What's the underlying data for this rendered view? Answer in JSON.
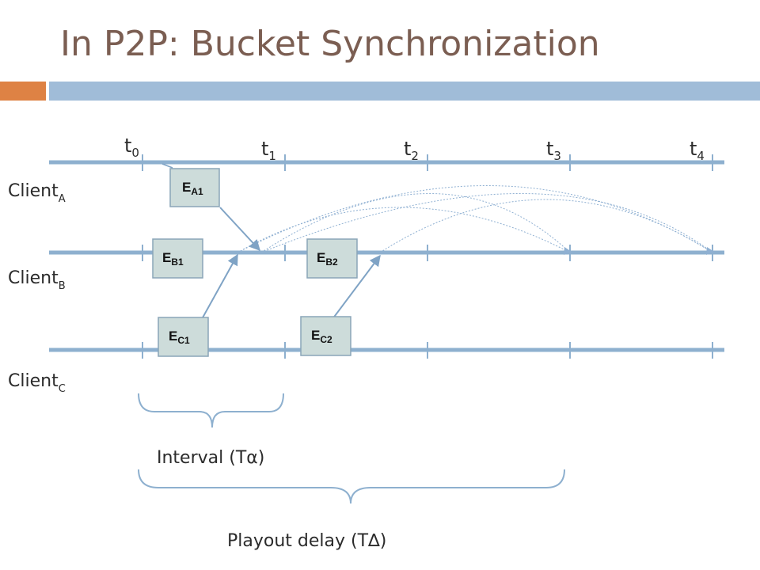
{
  "slide": {
    "title": "In P2P: Bucket Synchronization"
  },
  "times": [
    {
      "base": "t",
      "sub": "0"
    },
    {
      "base": "t",
      "sub": "1"
    },
    {
      "base": "t",
      "sub": "2"
    },
    {
      "base": "t",
      "sub": "3"
    },
    {
      "base": "t",
      "sub": "4"
    }
  ],
  "clients": [
    {
      "base": "Client",
      "sub": "A"
    },
    {
      "base": "Client",
      "sub": "B"
    },
    {
      "base": "Client",
      "sub": "C"
    }
  ],
  "events": {
    "ea1": {
      "base": "E",
      "sub": "A1"
    },
    "eb1": {
      "base": "E",
      "sub": "B1"
    },
    "eb2": {
      "base": "E",
      "sub": "B2"
    },
    "ec1": {
      "base": "E",
      "sub": "C1"
    },
    "ec2": {
      "base": "E",
      "sub": "C2"
    }
  },
  "labels": {
    "interval": "Interval (Tα)",
    "playout": "Playout delay (T∆)"
  },
  "colors": {
    "title": "#7b5e52",
    "accent_orange": "#de8244",
    "accent_blue": "#a0bcd8",
    "timeline": "#8eb0cf",
    "box_fill": "#cddcda"
  }
}
